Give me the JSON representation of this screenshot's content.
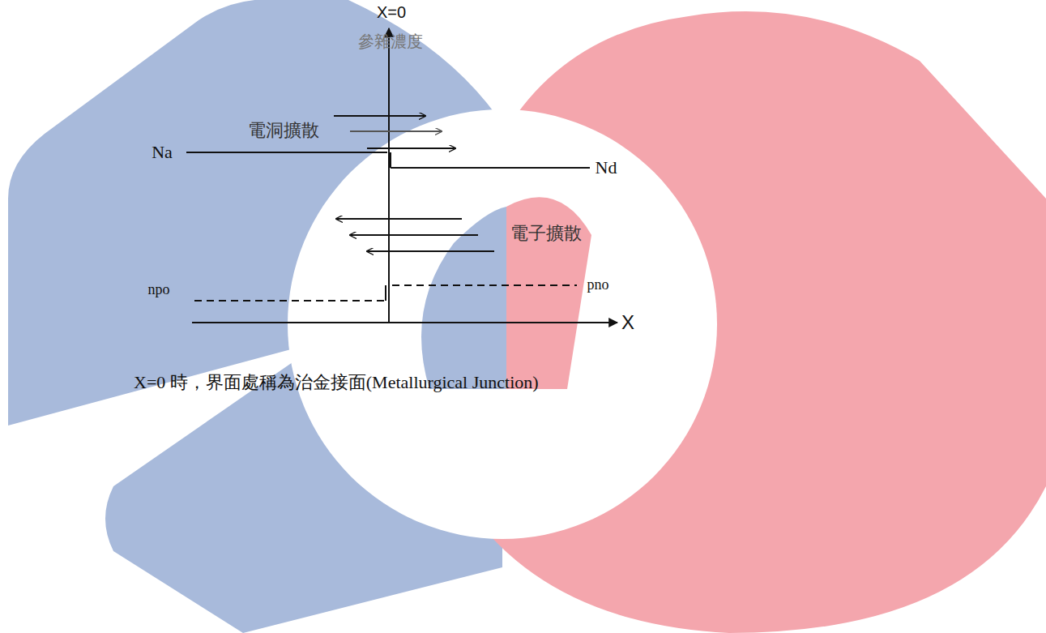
{
  "diagram": {
    "caption": "X=0 時，界面處稱為治金接面(Metallurgical Junction)",
    "labels": [
      "X=0",
      "參雜濃度",
      "電洞擴散",
      "Na",
      "Nd",
      "電子擴散",
      "npo",
      "pno",
      "X"
    ]
  }
}
